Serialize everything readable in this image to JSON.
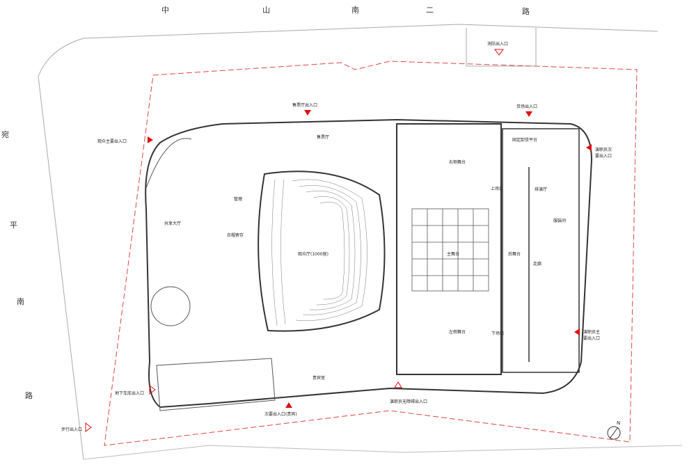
{
  "roads": {
    "north": [
      "中",
      "山",
      "南",
      "二",
      "路"
    ],
    "west": [
      "宛",
      "平",
      "南",
      "路"
    ]
  },
  "labels": {
    "fire_access_entrance": "消防出入口",
    "ticket_hall_entrance": "售票厅出入口",
    "loading_entrance": "货场出入口",
    "audience_main_entrance": "观众主要出入口",
    "ticket_hall": "售票厅",
    "loading_platform": "固定卸货平台",
    "right_stage": "右侧舞台",
    "staff_secondary_entrance": "演职员次要出入口",
    "entrance_foyer": "共享大厅",
    "dressing": "衣帽寄存",
    "management": "管理",
    "auditorium": "观众厅(1000座)",
    "main_stage": "主舞台",
    "rear_stage": "后舞台",
    "left_stage": "左侧舞台",
    "upper_stage_entrance": "上场口",
    "lower_stage_entrance": "下场口",
    "rehearsal_room": "排演厅",
    "costume_room": "服装间",
    "corridor": "走廊",
    "staff_main_entrance": "演职员主要出入口",
    "vip_room": "贵宾室",
    "underground_parking_entrance": "地下车库出入口",
    "secondary_entrance_vip": "次要出入口(贵宾)",
    "staff_barrier_free_entrance": "演职员无障碍出入口",
    "pedestrian_entrance": "步行出入口",
    "north_marker": "N"
  }
}
